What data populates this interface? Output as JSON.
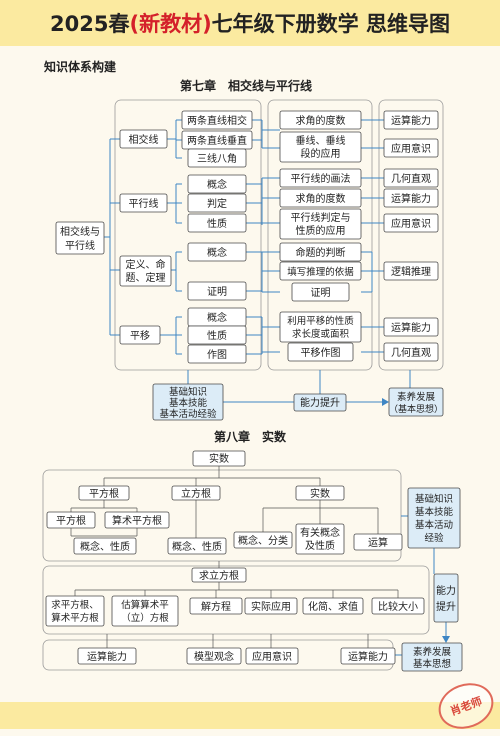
{
  "header": {
    "title_pre": "2025春",
    "title_highlight": "(新教材)",
    "title_post": "七年级下册数学 思维导图"
  },
  "section_title": "知识体系构建",
  "ch7": {
    "title": "第七章　相交线与平行线",
    "root": [
      "相交线与",
      "平行线"
    ],
    "l1": [
      "相交线",
      "平行线",
      "定义、命",
      "题、定理",
      "平移"
    ],
    "l2": [
      "两条直线相交",
      "两条直线垂直",
      "三线八角",
      "概念",
      "判定",
      "性质",
      "概念",
      "证明",
      "概念",
      "性质",
      "作图"
    ],
    "l3": [
      "求角的度数",
      "垂线、垂线",
      "段的应用",
      "平行线的画法",
      "求角的度数",
      "平行线判定与",
      "性质的应用",
      "命题的判断",
      "填写推理的依据",
      "证明",
      "利用平移的性质",
      "求长度或面积",
      "平移作图"
    ],
    "l4": [
      "运算能力",
      "应用意识",
      "几何直观",
      "运算能力",
      "应用意识",
      "逻辑推理",
      "运算能力",
      "几何直观"
    ],
    "basics": [
      "基础知识",
      "基本技能",
      "基本活动经验"
    ],
    "ability": "能力提升",
    "literacy": [
      "素养发展",
      "（基本思想）"
    ]
  },
  "ch8": {
    "title": "第八章　实数",
    "root": "实数",
    "top": [
      "平方根",
      "立方根",
      "实数"
    ],
    "row2": [
      "平方根",
      "算术平方根",
      "有关概念",
      "及性质",
      "运算"
    ],
    "row3": [
      "概念、性质",
      "概念、性质",
      "概念、分类"
    ],
    "cube_root": "求立方根",
    "row4": [
      "求平方根、",
      "算术平方根",
      "估算算术平",
      "（立）方根",
      "解方程",
      "实际应用",
      "化简、求值",
      "比较大小"
    ],
    "side": [
      "基础知识",
      "基本技能",
      "基本活动",
      "经验"
    ],
    "ability": [
      "能力",
      "提升"
    ],
    "row5": [
      "运算能力",
      "模型观念",
      "应用意识",
      "运算能力"
    ],
    "literacy": [
      "素养发展",
      "基本思想"
    ]
  },
  "stamp": "肖老师"
}
